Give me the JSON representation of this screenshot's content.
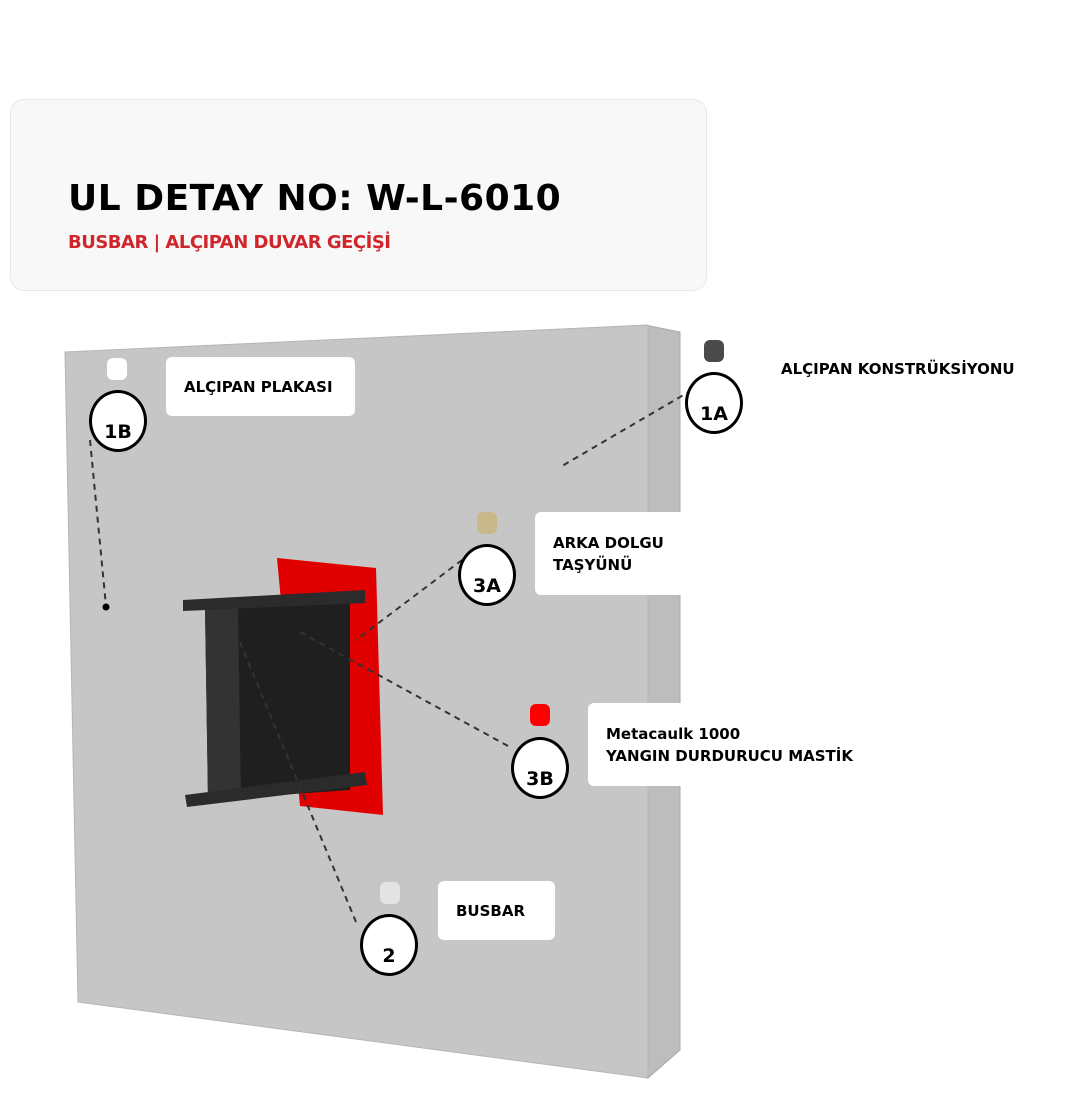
{
  "header": {
    "title": "UL DETAY NO: W-L-6010",
    "subtitle": "BUSBAR | ALÇIPAN DUVAR GEÇİŞİ"
  },
  "colors": {
    "accent_red": "#d0262b",
    "wall": "#c6c6c6",
    "busbar": "#262626",
    "mastic": "#e00000"
  },
  "callouts": [
    {
      "id": "1B",
      "label": "ALÇIPAN PLAKASI",
      "swatch": "#ffffff"
    },
    {
      "id": "1A",
      "label": "ALÇIPAN KONSTRÜKSİYONU",
      "swatch": "#4a4a4a"
    },
    {
      "id": "3A",
      "label_line1": "ARKA DOLGU",
      "label_line2": "TAŞYÜNÜ",
      "swatch": "#c8b88a"
    },
    {
      "id": "3B",
      "label_line1": "Metacaulk 1000",
      "label_line2": "YANGIN DURDURUCU MASTİK",
      "swatch": "#ff0000"
    },
    {
      "id": "2",
      "label": "BUSBAR",
      "swatch": "#e4e4e4"
    }
  ]
}
